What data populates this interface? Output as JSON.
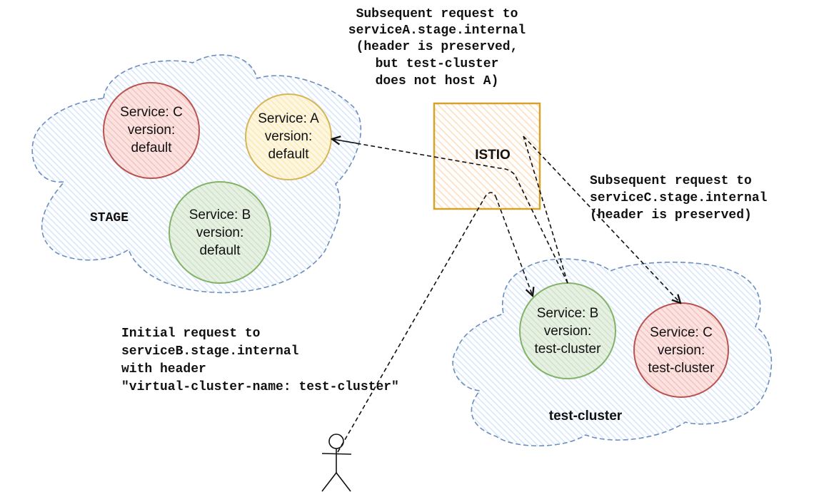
{
  "diagram": {
    "title": "Istio virtual cluster request routing",
    "colors": {
      "cloud_stroke": "#6c8ebf",
      "cloud_fill": "#dae8fc",
      "istio_stroke": "#d6a32a",
      "istio_fill": "#ffe6cc",
      "service_a_stroke": "#d6b656",
      "service_a_fill": "#fff2cc",
      "service_b_stroke": "#82b366",
      "service_b_fill": "#d5e8d4",
      "service_c_stroke": "#b85450",
      "service_c_fill": "#f8cecc"
    },
    "clusters": {
      "stage": {
        "label": "STAGE",
        "services": {
          "c": {
            "lines": [
              "Service: C",
              "version:",
              "default"
            ]
          },
          "a": {
            "lines": [
              "Service: A",
              "version:",
              "default"
            ]
          },
          "b": {
            "lines": [
              "Service: B",
              "version:",
              "default"
            ]
          }
        }
      },
      "test_cluster": {
        "label": "test-cluster",
        "services": {
          "b": {
            "lines": [
              "Service: B",
              "version:",
              "test-cluster"
            ]
          },
          "c": {
            "lines": [
              "Service: C",
              "version:",
              "test-cluster"
            ]
          }
        }
      }
    },
    "istio": {
      "label": "ISTIO"
    },
    "annotations": {
      "service_a_request": {
        "lines": [
          "Subsequent request to",
          "serviceA.stage.internal",
          "(header is preserved,",
          "but test-cluster",
          "does not host A)"
        ]
      },
      "service_c_request": {
        "lines": [
          "Subsequent request to",
          "serviceC.stage.internal",
          "(header is preserved)"
        ]
      },
      "initial_request": {
        "lines": [
          "Initial request to",
          "serviceB.stage.internal",
          "with header",
          "\"virtual-cluster-name: test-cluster\""
        ]
      }
    },
    "actor": {
      "icon": "stick-figure-user-icon"
    }
  }
}
